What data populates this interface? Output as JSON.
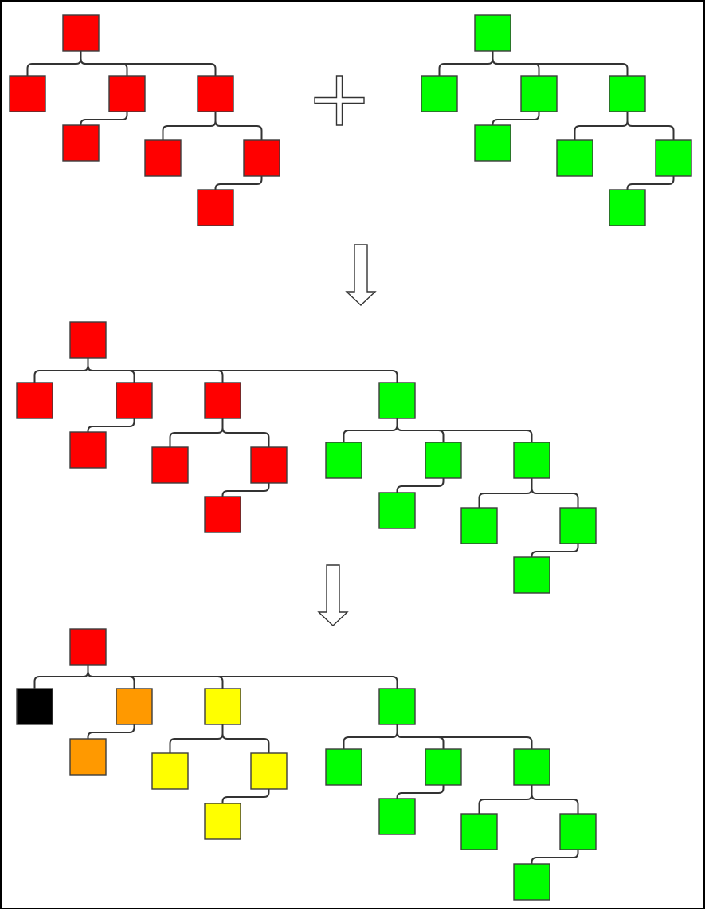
{
  "palette": {
    "red": "#ff0000",
    "green": "#00ff00",
    "orange": "#ff9900",
    "yellow": "#ffff00",
    "black": "#000000",
    "outline": "#3c3c3c",
    "edge": "#333333"
  },
  "operators": [
    {
      "name": "plus-icon",
      "symbol": "plus"
    },
    {
      "name": "down-arrow-icon-1",
      "symbol": "down-arrow"
    },
    {
      "name": "down-arrow-icon-2",
      "symbol": "down-arrow"
    }
  ],
  "trees": [
    {
      "name": "red-tree",
      "nodes": [
        {
          "id": "r0",
          "color": "red"
        },
        {
          "id": "r1",
          "color": "red",
          "parent": "r0"
        },
        {
          "id": "r2",
          "color": "red",
          "parent": "r0"
        },
        {
          "id": "r3",
          "color": "red",
          "parent": "r0"
        },
        {
          "id": "r4",
          "color": "red",
          "parent": "r2"
        },
        {
          "id": "r5",
          "color": "red",
          "parent": "r3"
        },
        {
          "id": "r6",
          "color": "red",
          "parent": "r3"
        },
        {
          "id": "r7",
          "color": "red",
          "parent": "r6"
        }
      ]
    },
    {
      "name": "green-tree",
      "nodes": [
        {
          "id": "g0",
          "color": "green"
        },
        {
          "id": "g1",
          "color": "green",
          "parent": "g0"
        },
        {
          "id": "g2",
          "color": "green",
          "parent": "g0"
        },
        {
          "id": "g3",
          "color": "green",
          "parent": "g0"
        },
        {
          "id": "g4",
          "color": "green",
          "parent": "g2"
        },
        {
          "id": "g5",
          "color": "green",
          "parent": "g3"
        },
        {
          "id": "g6",
          "color": "green",
          "parent": "g3"
        },
        {
          "id": "g7",
          "color": "green",
          "parent": "g6"
        }
      ]
    },
    {
      "name": "merged-tree",
      "nodes": [
        {
          "id": "m0",
          "color": "red"
        },
        {
          "id": "m1",
          "color": "red",
          "parent": "m0"
        },
        {
          "id": "m2",
          "color": "red",
          "parent": "m0"
        },
        {
          "id": "m3",
          "color": "red",
          "parent": "m0"
        },
        {
          "id": "m4",
          "color": "red",
          "parent": "m2"
        },
        {
          "id": "m5",
          "color": "red",
          "parent": "m3"
        },
        {
          "id": "m6",
          "color": "red",
          "parent": "m3"
        },
        {
          "id": "m7",
          "color": "red",
          "parent": "m6"
        },
        {
          "id": "m8",
          "color": "green",
          "parent": "m0"
        },
        {
          "id": "m9",
          "color": "green",
          "parent": "m8"
        },
        {
          "id": "m10",
          "color": "green",
          "parent": "m8"
        },
        {
          "id": "m11",
          "color": "green",
          "parent": "m8"
        },
        {
          "id": "m12",
          "color": "green",
          "parent": "m10"
        },
        {
          "id": "m13",
          "color": "green",
          "parent": "m11"
        },
        {
          "id": "m14",
          "color": "green",
          "parent": "m11"
        },
        {
          "id": "m15",
          "color": "green",
          "parent": "m14"
        }
      ]
    },
    {
      "name": "colored-tree",
      "nodes": [
        {
          "id": "c0",
          "color": "red"
        },
        {
          "id": "c1",
          "color": "black",
          "parent": "c0"
        },
        {
          "id": "c2",
          "color": "orange",
          "parent": "c0"
        },
        {
          "id": "c3",
          "color": "yellow",
          "parent": "c0"
        },
        {
          "id": "c4",
          "color": "orange",
          "parent": "c2"
        },
        {
          "id": "c5",
          "color": "yellow",
          "parent": "c3"
        },
        {
          "id": "c6",
          "color": "yellow",
          "parent": "c3"
        },
        {
          "id": "c7",
          "color": "yellow",
          "parent": "c6"
        },
        {
          "id": "c8",
          "color": "green",
          "parent": "c0"
        },
        {
          "id": "c9",
          "color": "green",
          "parent": "c8"
        },
        {
          "id": "c10",
          "color": "green",
          "parent": "c8"
        },
        {
          "id": "c11",
          "color": "green",
          "parent": "c8"
        },
        {
          "id": "c12",
          "color": "green",
          "parent": "c10"
        },
        {
          "id": "c13",
          "color": "green",
          "parent": "c11"
        },
        {
          "id": "c14",
          "color": "green",
          "parent": "c11"
        },
        {
          "id": "c15",
          "color": "green",
          "parent": "c14"
        }
      ]
    }
  ]
}
